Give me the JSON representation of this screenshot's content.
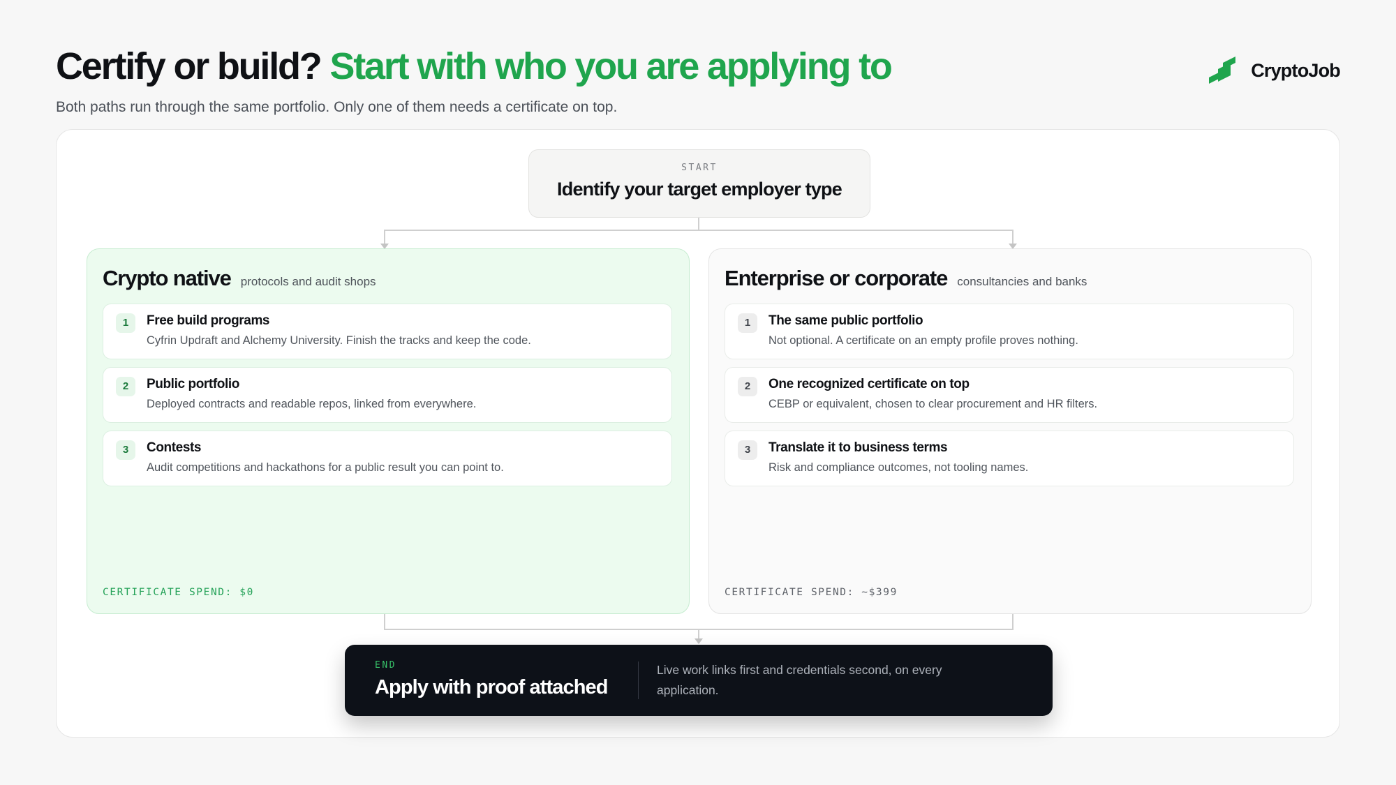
{
  "header": {
    "title_main": "Certify or build?",
    "title_accent": "Start with who you are applying to",
    "subtitle": "Both paths run through the same portfolio. Only one of them needs a certificate on top.",
    "brand_name": "CryptoJob"
  },
  "start": {
    "kicker": "START",
    "title": "Identify your target employer type"
  },
  "branches": [
    {
      "title": "Crypto native",
      "subtitle": "protocols and audit shops",
      "steps": [
        {
          "number": "1",
          "title": "Free build programs",
          "description": "Cyfrin Updraft and Alchemy University. Finish the tracks and keep the code."
        },
        {
          "number": "2",
          "title": "Public portfolio",
          "description": "Deployed contracts and readable repos, linked from everywhere."
        },
        {
          "number": "3",
          "title": "Contests",
          "description": "Audit competitions and hackathons for a public result you can point to."
        }
      ],
      "spend": "CERTIFICATE SPEND: $0"
    },
    {
      "title": "Enterprise or corporate",
      "subtitle": "consultancies and banks",
      "steps": [
        {
          "number": "1",
          "title": "The same public portfolio",
          "description": "Not optional. A certificate on an empty profile proves nothing."
        },
        {
          "number": "2",
          "title": "One recognized certificate on top",
          "description": "CEBP or equivalent, chosen to clear procurement and HR filters."
        },
        {
          "number": "3",
          "title": "Translate it to business terms",
          "description": "Risk and compliance outcomes, not tooling names."
        }
      ],
      "spend": "CERTIFICATE SPEND: ~$399"
    }
  ],
  "end": {
    "kicker": "END",
    "title": "Apply with proof attached",
    "description": "Live work links first and credentials second, on every application."
  },
  "colors": {
    "accent": "#1fa54d",
    "native_panel": "#ecfbef",
    "end_panel": "#0d1118",
    "connector": "#cfcfcf"
  }
}
